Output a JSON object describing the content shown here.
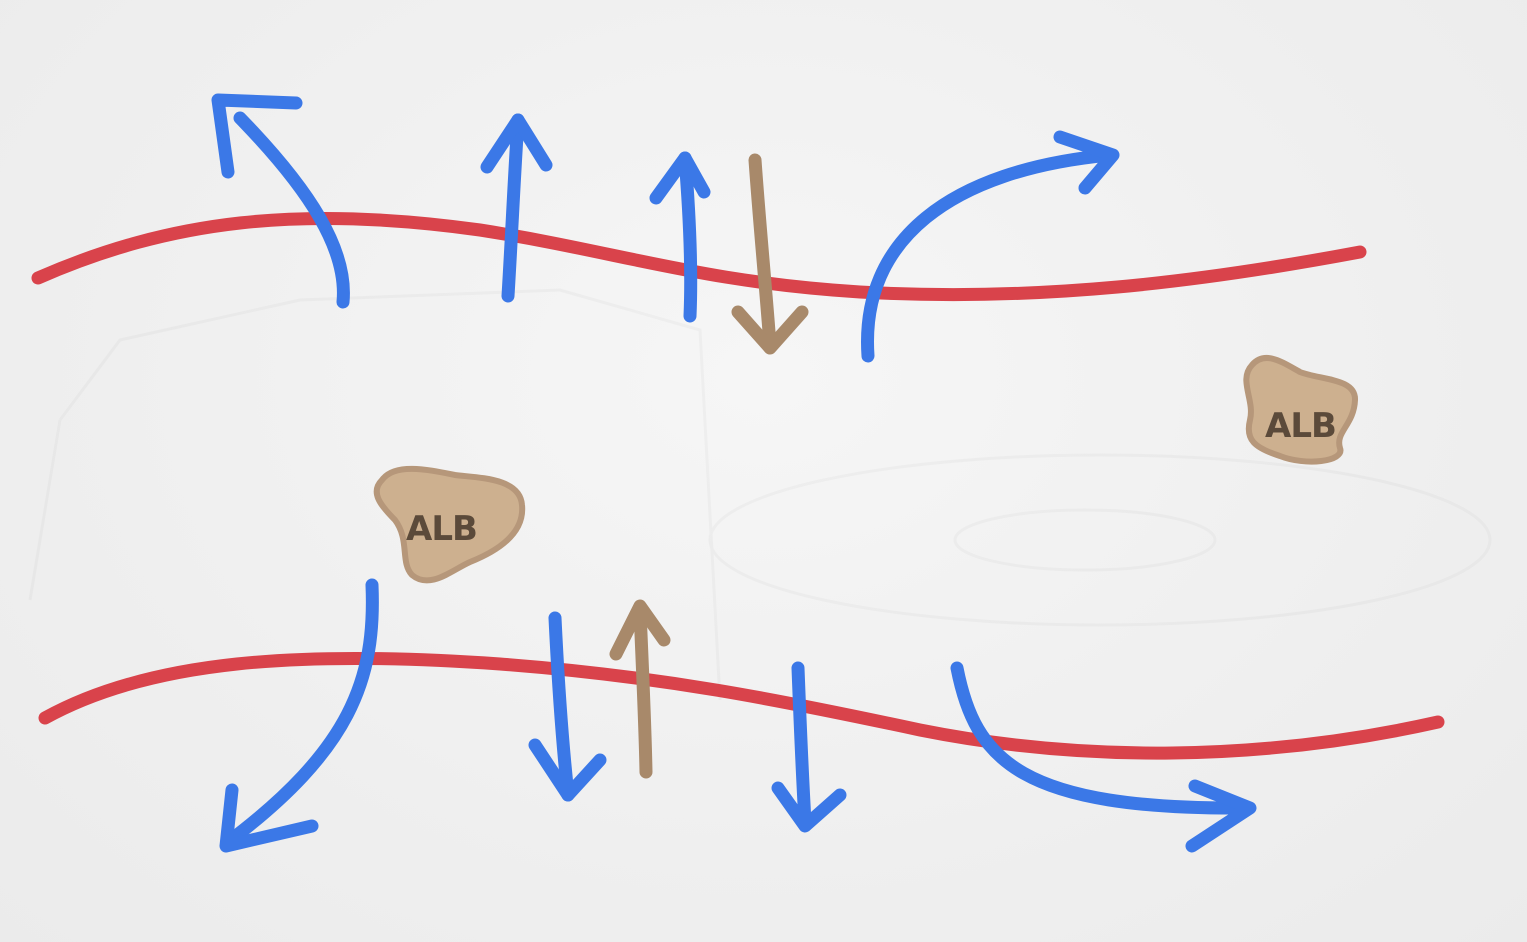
{
  "colors": {
    "background": "#f2f2f2",
    "membrane": "#d9434b",
    "flow_arrow": "#3b78e7",
    "albumin_arrow": "#a8896a",
    "albumin_fill": "#cdb08f",
    "albumin_edge": "#b6977a",
    "albumin_text": "#5b4a3a"
  },
  "icons": {
    "membrane": "wavy-line",
    "flow": "curved-arrow",
    "albumin": "blob-badge"
  },
  "albumin_labels": {
    "lower": "ALB",
    "right": "ALB"
  }
}
